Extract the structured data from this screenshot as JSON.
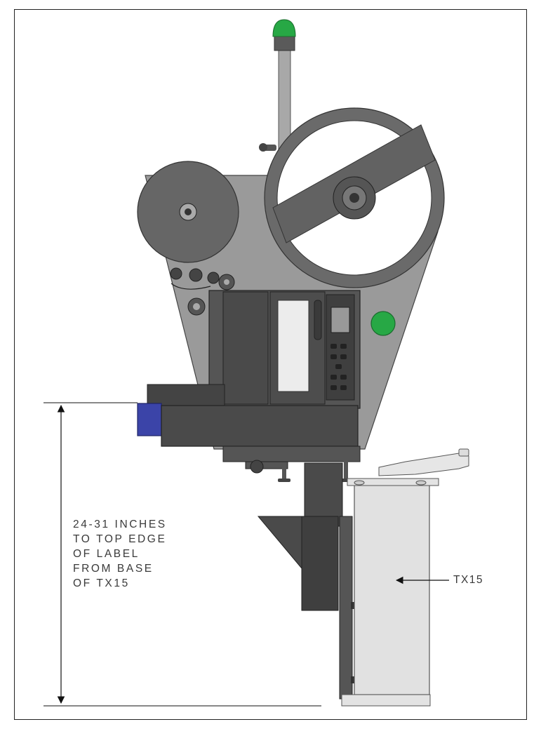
{
  "annotation": {
    "height_note_lines": [
      "24-31 INCHES",
      "TO TOP EDGE",
      "OF LABEL",
      "FROM BASE",
      "OF TX15"
    ],
    "stand_callout": "TX15"
  },
  "colors": {
    "body": "#9a9a9a",
    "dark_part": "#4a4a4a",
    "indicator_green": "#27a845",
    "applicator_blue": "#3b44a8",
    "stand": "#e1e1e1"
  },
  "icons": {
    "beacon": "green-status-beacon",
    "button": "green-push-button"
  }
}
